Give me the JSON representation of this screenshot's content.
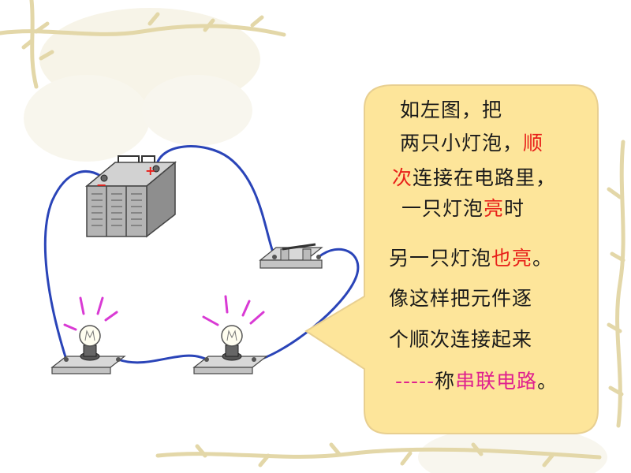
{
  "slide": {
    "bubble": {
      "lines": [
        {
          "id": "l1",
          "parts": [
            {
              "text": "如左图，把",
              "color": "default"
            }
          ]
        },
        {
          "id": "l2",
          "parts": [
            {
              "text": "两只小灯泡，",
              "color": "default"
            },
            {
              "text": "顺",
              "color": "red"
            }
          ]
        },
        {
          "id": "l3",
          "parts": [
            {
              "text": "次",
              "color": "red"
            },
            {
              "text": "连接在电路里，",
              "color": "default"
            }
          ]
        },
        {
          "id": "l4",
          "parts": [
            {
              "text": "一只灯泡",
              "color": "default"
            },
            {
              "text": "亮",
              "color": "red"
            },
            {
              "text": "时",
              "color": "default"
            }
          ]
        },
        {
          "id": "l5",
          "parts": [
            {
              "text": "另一只灯泡",
              "color": "default"
            },
            {
              "text": "也亮",
              "color": "red"
            },
            {
              "text": "。",
              "color": "default"
            }
          ]
        },
        {
          "id": "l6",
          "parts": [
            {
              "text": "像这样把元件逐",
              "color": "default"
            }
          ]
        },
        {
          "id": "l7",
          "parts": [
            {
              "text": "个顺次连接起来",
              "color": "default"
            }
          ]
        },
        {
          "id": "l8",
          "parts": [
            {
              "text": "-----",
              "color": "magenta"
            },
            {
              "text": "称",
              "color": "default"
            },
            {
              "text": "串联电路",
              "color": "magenta"
            },
            {
              "text": "。",
              "color": "default"
            }
          ]
        }
      ]
    },
    "battery": {
      "plus_label": "+",
      "minus_label": "−"
    },
    "colors": {
      "text": "#1a1a1a",
      "red": "#e8201a",
      "magenta": "#e0208e",
      "bubble_fill": "#fde59a",
      "bubble_stroke": "#e8cf90",
      "wire": "#2a44b8",
      "decor": "#eadfb4"
    }
  }
}
